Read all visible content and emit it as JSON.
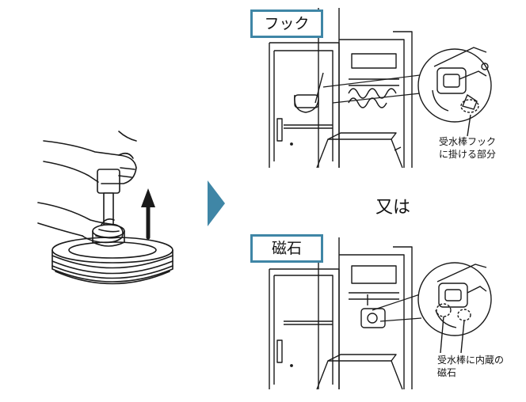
{
  "labels": {
    "hook": "フック",
    "magnet": "磁石",
    "or": "又は"
  },
  "callouts": {
    "hook_line1": "受水棒フック",
    "hook_line2": "に掛ける部分",
    "magnet_line1": "受水棒に内蔵の",
    "magnet_line2": "磁石"
  },
  "colors": {
    "accent": "#3f86a6",
    "line": "#1a1a1a"
  }
}
